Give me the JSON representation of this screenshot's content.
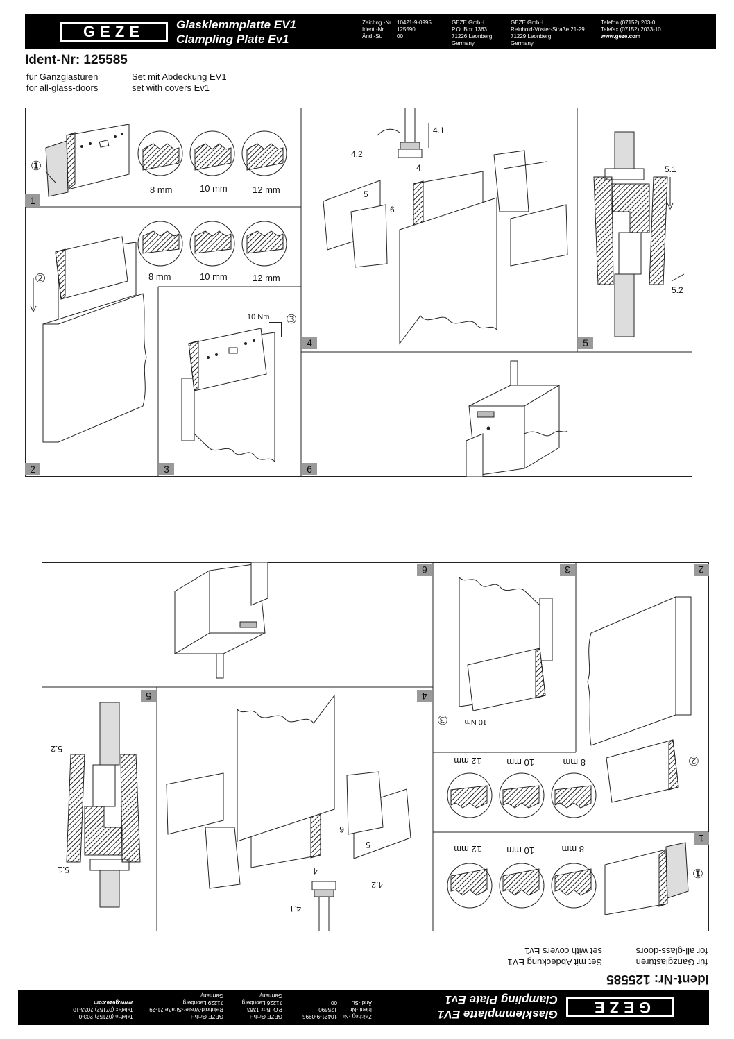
{
  "header": {
    "logo_text": "GEZE",
    "title_de": "Glasklemmplatte EV1",
    "title_en": "Clampling Plate Ev1",
    "drawing": {
      "rows": [
        {
          "label": "Zeichng.-Nr.",
          "value": "10421-9-0995"
        },
        {
          "label": "Ident.-Nr.",
          "value": "125590"
        },
        {
          "label": "Änd.-St.",
          "value": "00"
        }
      ]
    },
    "address1": [
      "GEZE GmbH",
      "P.O. Box 1363",
      "71226 Leonberg",
      "Germany"
    ],
    "address2": [
      "GEZE GmbH",
      "Reinhold-Vöster-Straße 21-29",
      "71229 Leonberg",
      "Germany"
    ],
    "contact": [
      "Telefon (07152) 203-0",
      "Telefax (07152) 2033-10",
      "www.geze.com"
    ]
  },
  "ident": "Ident-Nr: 125585",
  "subtitle": {
    "de_1": "für Ganzglastüren",
    "en_1": "for all-glass-doors",
    "de_2": "Set mit Abdeckung EV1",
    "en_2": "set with covers Ev1"
  },
  "steps": {
    "s1": "1",
    "s2": "2",
    "s3": "3",
    "s4": "4",
    "s5": "5",
    "s6": "6"
  },
  "labels": {
    "sizes": [
      "8 mm",
      "10 mm",
      "12 mm"
    ],
    "torque": "10 Nm",
    "circled": [
      "①",
      "②",
      "③"
    ],
    "sub_steps": [
      "4.1",
      "4.2",
      "4",
      "5",
      "6",
      "5.1",
      "5.2"
    ]
  },
  "colors": {
    "bar": "#000000",
    "step_box": "#9a9a9a"
  }
}
